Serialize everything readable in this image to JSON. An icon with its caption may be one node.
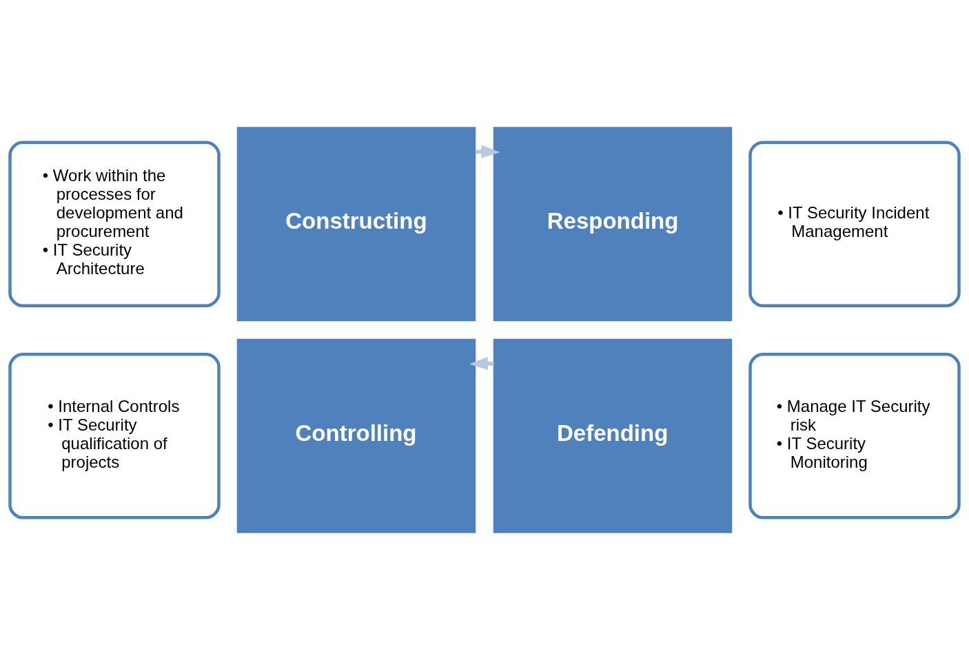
{
  "diagram": {
    "nodes": [
      {
        "text": [
          "Constructing"
        ]
      },
      {
        "text": [
          "Responding"
        ]
      },
      {
        "text": [
          "Controlling"
        ]
      },
      {
        "text": [
          "Defending"
        ]
      },
      {
        "text": [
          "• Work within the processes for development and procurement",
          "• IT Security Architecture"
        ]
      },
      {
        "text": [
          "• IT Security Incident Management"
        ]
      },
      {
        "text": [
          "• Internal Controls",
          "• IT Security qualification of projects"
        ]
      },
      {
        "text": [
          "• Manage IT Security risk",
          "• IT Security Monitoring"
        ]
      }
    ],
    "edges": [
      {
        "from": 0,
        "to": 1,
        "arrow": "to"
      },
      {
        "from": 3,
        "to": 2,
        "arrow": "to"
      }
    ]
  }
}
